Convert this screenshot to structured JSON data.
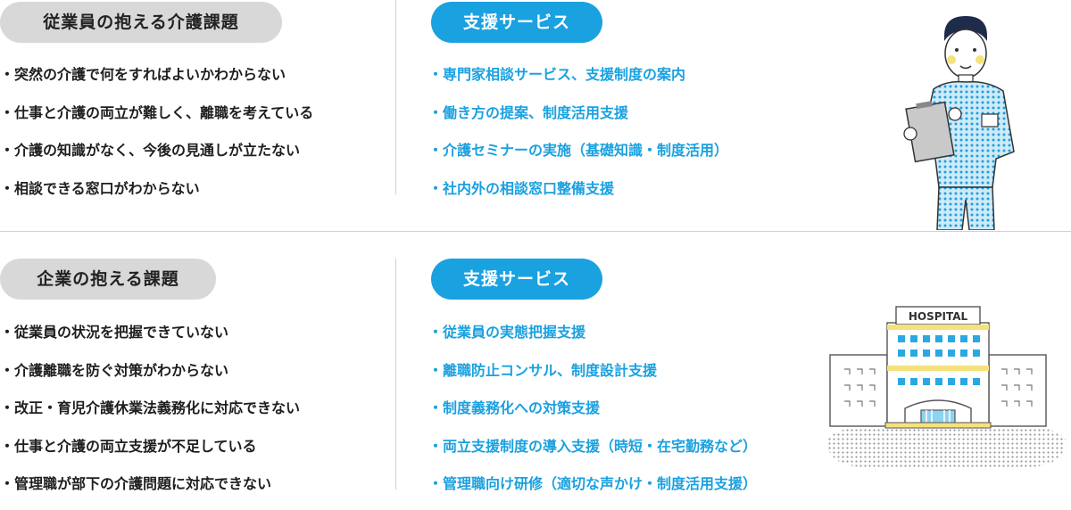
{
  "top": {
    "issues_title": "従業員の抱える介護課題",
    "issues": [
      "・突然の介護で何をすればよいかわからない",
      "・仕事と介護の両立が難しく、離職を考えている",
      "・介護の知識がなく、今後の見通しが立たない",
      "・相談できる窓口がわからない"
    ],
    "services_title": "支援サービス",
    "services": [
      "・専門家相談サービス、支援制度の案内",
      "・働き方の提案、制度活用支援",
      "・介護セミナーの実施（基礎知識・制度活用）",
      "・社内外の相談窓口整備支援"
    ]
  },
  "bottom": {
    "issues_title": "企業の抱える課題",
    "issues": [
      "・従業員の状況を把握できていない",
      "・介護離職を防ぐ対策がわからない",
      "・改正・育児介護休業法義務化に対応できない",
      "・仕事と介護の両立支援が不足している",
      "・管理職が部下の介護問題に対応できない"
    ],
    "services_title": "支援サービス",
    "services": [
      "・従業員の実態把握支援",
      "・離職防止コンサル、制度設計支援",
      "・制度義務化への対策支援",
      "・両立支援制度の導入支援（時短・在宅勤務など）",
      "・管理職向け研修（適切な声かけ・制度活用支援）"
    ]
  },
  "hospital_sign": "HOSPITAL",
  "colors": {
    "accent": "#1aa1e0",
    "pill_gray": "#d8d8d8",
    "text": "#1e1e1e"
  }
}
